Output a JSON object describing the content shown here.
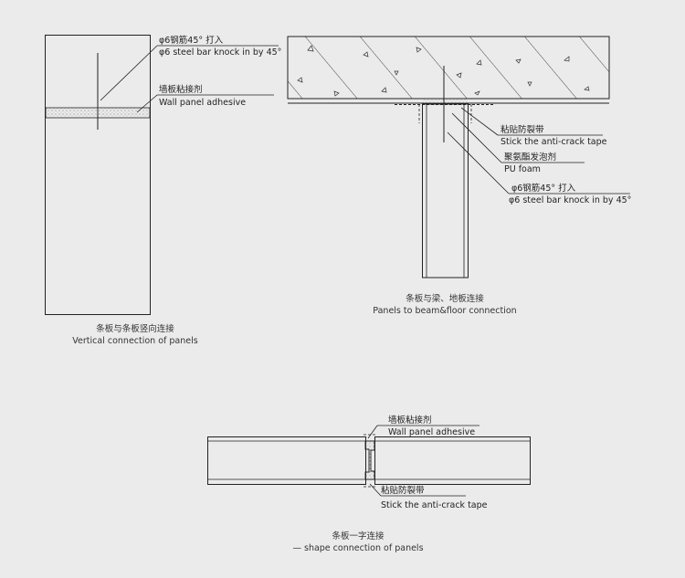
{
  "diagram1": {
    "bar_cn": "φ6钢筋45° 打入",
    "bar_en": "φ6 steel bar knock in by 45°",
    "adhesive_cn": "墙板粘接剂",
    "adhesive_en": "Wall panel adhesive",
    "caption_cn": "条板与条板竖向连接",
    "caption_en": "Vertical connection of panels"
  },
  "diagram2": {
    "tape_cn": "粘贴防裂带",
    "tape_en": "Stick the anti-crack tape",
    "foam_cn": "聚氨酯发泡剂",
    "foam_en": "PU foam",
    "bar_cn": "φ6钢筋45° 打入",
    "bar_en": "φ6 steel bar knock in by 45°",
    "caption_cn": "条板与梁、地板连接",
    "caption_en": "Panels to beam&floor connection"
  },
  "diagram3": {
    "adhesive_cn": "墙板粘接剂",
    "adhesive_en": "Wall panel adhesive",
    "tape_cn": "粘贴防裂带",
    "tape_en": "Stick the anti-crack tape",
    "caption_cn": "条板一字连接",
    "caption_en": "— shape connection of panels"
  }
}
